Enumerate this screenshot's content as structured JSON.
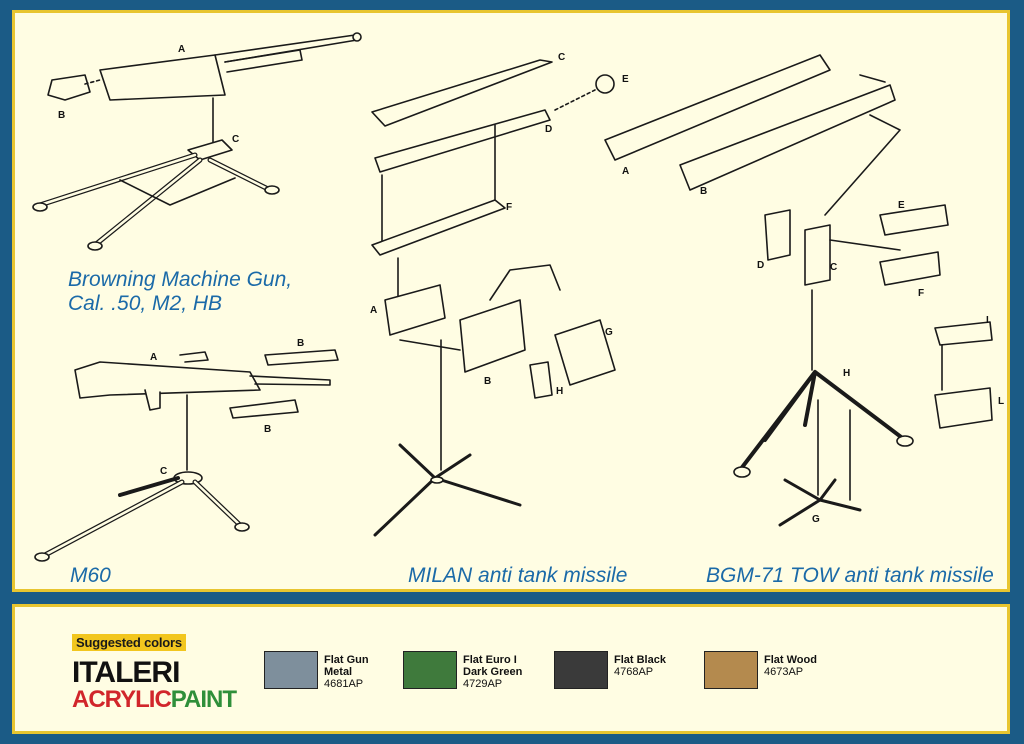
{
  "captions": {
    "browning_line1": "Browning Machine Gun,",
    "browning_line2": "Cal. .50, M2, HB",
    "m60": "M60",
    "milan": "MILAN anti tank missile",
    "tow": "BGM-71 TOW anti tank missile"
  },
  "part_labels": {
    "browning": [
      "A",
      "B",
      "C"
    ],
    "m60": [
      "A",
      "B",
      "B",
      "C"
    ],
    "milan": [
      "C",
      "E",
      "D",
      "F",
      "A",
      "G",
      "B",
      "H"
    ],
    "tow": [
      "A",
      "B",
      "E",
      "D",
      "C",
      "F",
      "I",
      "H",
      "L",
      "G"
    ]
  },
  "colors_panel": {
    "suggested_label": "Suggested colors",
    "brand_line1": "ITALERI",
    "brand_line2a": "ACRYLIC",
    "brand_line2b": "PAINT",
    "swatches": [
      {
        "name_line1": "Flat Gun",
        "name_line2": "Metal",
        "code": "4681AP",
        "color": "#7e8f9c"
      },
      {
        "name_line1": "Flat Euro I",
        "name_line2": "Dark Green",
        "code": "4729AP",
        "color": "#3f7a3c"
      },
      {
        "name_line1": "Flat Black",
        "name_line2": "",
        "code": "4768AP",
        "color": "#3a3a3a"
      },
      {
        "name_line1": "Flat Wood",
        "name_line2": "",
        "code": "4673AP",
        "color": "#b48a4e"
      }
    ]
  }
}
